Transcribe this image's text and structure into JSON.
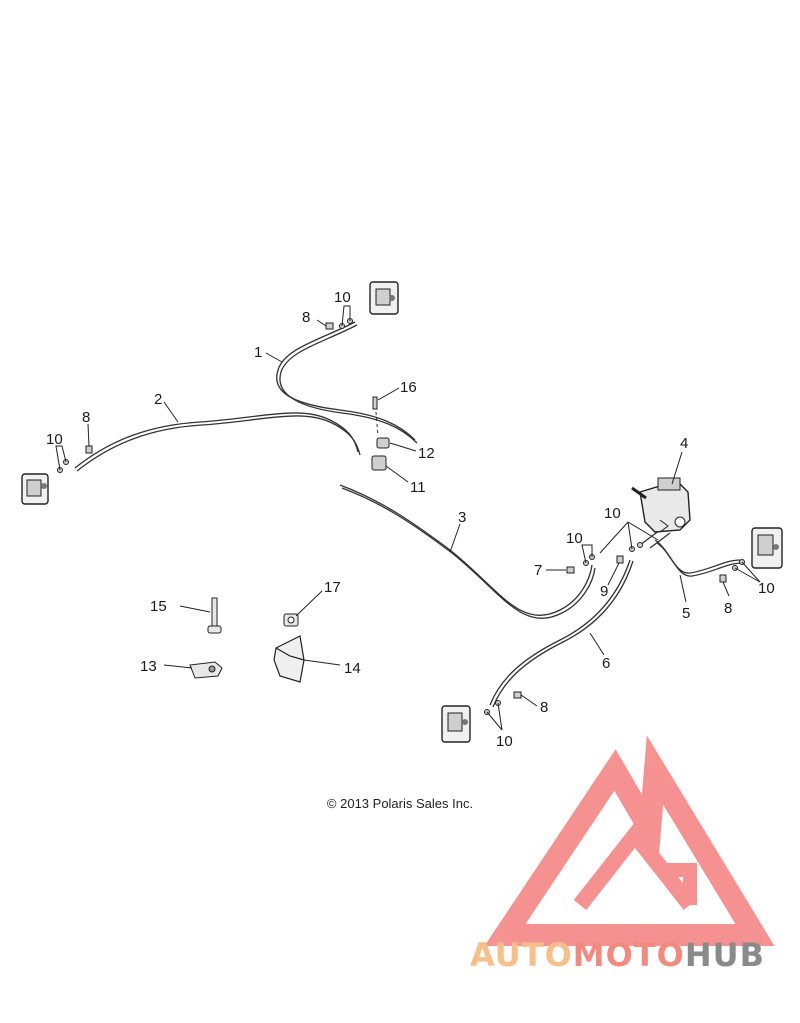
{
  "callouts": [
    "1",
    "2",
    "3",
    "4",
    "5",
    "6",
    "7",
    "8",
    "9",
    "10",
    "11",
    "12",
    "13",
    "14",
    "15",
    "16",
    "17"
  ],
  "copyright": "© 2013 Polaris Sales Inc.",
  "brand": {
    "part1": "AUTO",
    "part2": "MOTO",
    "part3": "HUB",
    "color1": "#f7c08a",
    "color2": "#f28a7e",
    "color3": "#8a8a8a",
    "logo_color": "#f26d6d"
  }
}
